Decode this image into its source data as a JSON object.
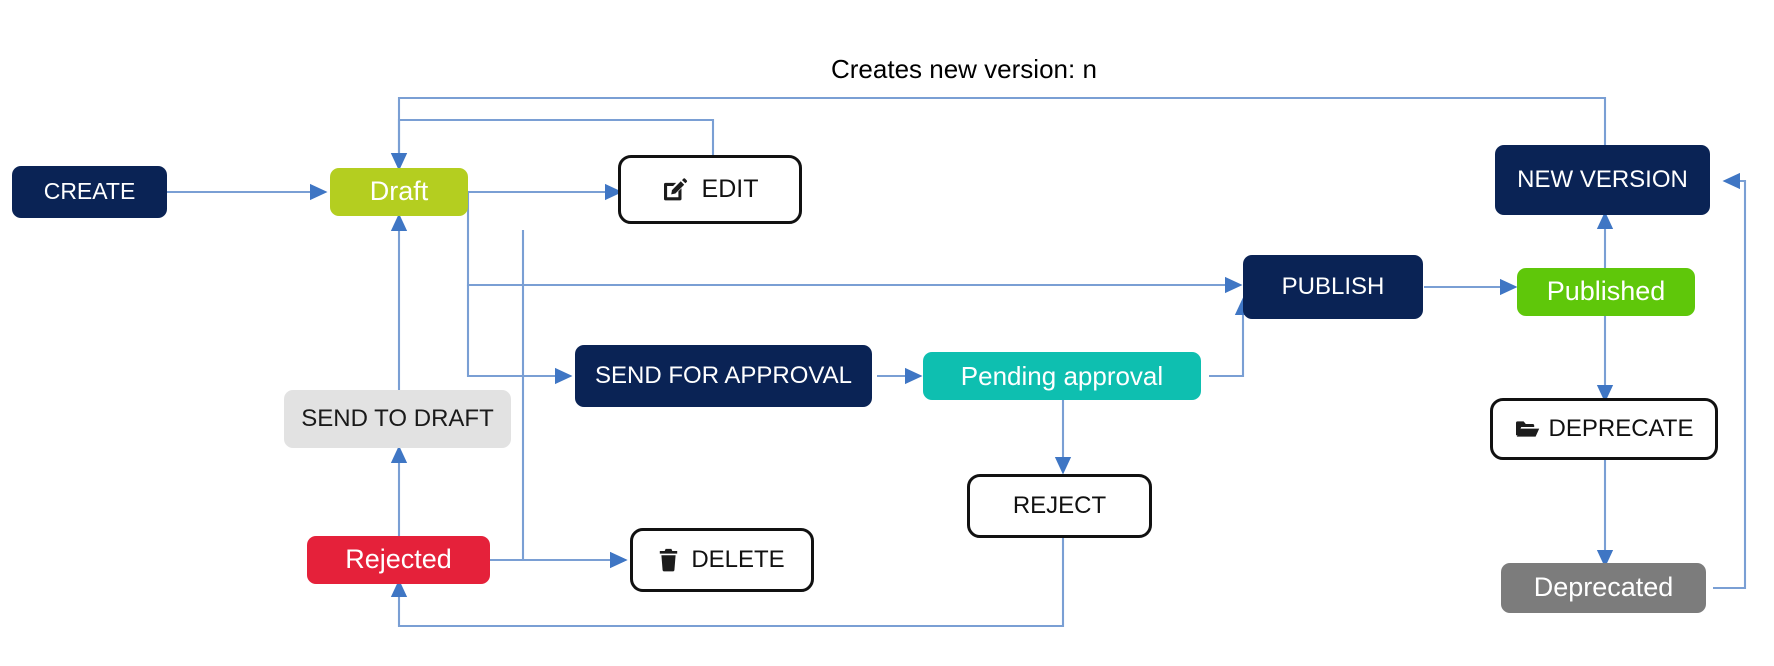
{
  "diagram": {
    "title_label": "Creates new version: n",
    "colors": {
      "navy": "#0a2355",
      "olive": "#b4ce20",
      "green": "#5fc70a",
      "teal": "#0ebfb0",
      "red": "#e5213a",
      "gray": "#7c7c7c",
      "light_gray": "#e2e2e2",
      "edge_blue": "#5b86c9",
      "outline_black": "#111111"
    },
    "nodes": {
      "create": {
        "label": "CREATE",
        "kind": "action",
        "style": "navy"
      },
      "draft": {
        "label": "Draft",
        "kind": "state",
        "style": "olive"
      },
      "edit": {
        "label": "EDIT",
        "kind": "action",
        "style": "outline",
        "icon": "edit-pencil-icon"
      },
      "publish": {
        "label": "PUBLISH",
        "kind": "action",
        "style": "navy"
      },
      "published": {
        "label": "Published",
        "kind": "state",
        "style": "green"
      },
      "new_version": {
        "label": "NEW VERSION",
        "kind": "action",
        "style": "navy"
      },
      "deprecate": {
        "label": "DEPRECATE",
        "kind": "action",
        "style": "outline",
        "icon": "folder-icon"
      },
      "deprecated": {
        "label": "Deprecated",
        "kind": "state",
        "style": "gray"
      },
      "send_for_approval": {
        "label": "SEND FOR APPROVAL",
        "kind": "action",
        "style": "navy"
      },
      "pending_approval": {
        "label": "Pending approval",
        "kind": "state",
        "style": "teal"
      },
      "send_to_draft": {
        "label": "SEND TO DRAFT",
        "kind": "action",
        "style": "light"
      },
      "reject": {
        "label": "REJECT",
        "kind": "action",
        "style": "outline"
      },
      "rejected": {
        "label": "Rejected",
        "kind": "state",
        "style": "red"
      },
      "delete": {
        "label": "DELETE",
        "kind": "action",
        "style": "outline",
        "icon": "trash-icon"
      }
    },
    "edges": [
      {
        "from": "create",
        "to": "draft",
        "label": ""
      },
      {
        "from": "draft",
        "to": "edit",
        "label": ""
      },
      {
        "from": "edit",
        "to": "draft",
        "label": ""
      },
      {
        "from": "draft",
        "to": "publish",
        "label": ""
      },
      {
        "from": "publish",
        "to": "published",
        "label": ""
      },
      {
        "from": "draft",
        "to": "send_for_approval",
        "label": ""
      },
      {
        "from": "send_for_approval",
        "to": "pending_approval",
        "label": ""
      },
      {
        "from": "pending_approval",
        "to": "publish",
        "label": ""
      },
      {
        "from": "pending_approval",
        "to": "reject",
        "label": ""
      },
      {
        "from": "reject",
        "to": "rejected",
        "label": ""
      },
      {
        "from": "rejected",
        "to": "send_to_draft",
        "label": ""
      },
      {
        "from": "send_to_draft",
        "to": "draft",
        "label": ""
      },
      {
        "from": "draft",
        "to": "delete",
        "label": ""
      },
      {
        "from": "rejected",
        "to": "delete",
        "label": ""
      },
      {
        "from": "published",
        "to": "new_version",
        "label": ""
      },
      {
        "from": "published",
        "to": "deprecate",
        "label": ""
      },
      {
        "from": "deprecate",
        "to": "deprecated",
        "label": ""
      },
      {
        "from": "deprecated",
        "to": "new_version",
        "label": ""
      },
      {
        "from": "new_version",
        "to": "draft",
        "label": "Creates new version: n"
      }
    ]
  }
}
